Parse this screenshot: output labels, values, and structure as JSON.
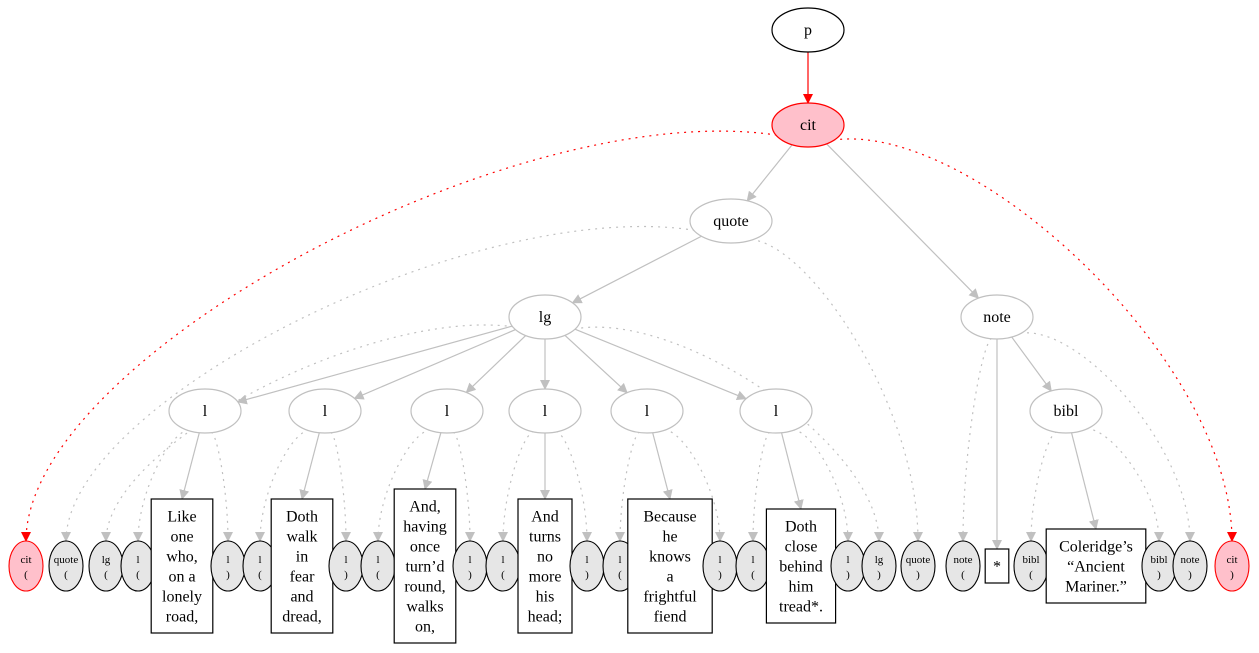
{
  "tree": {
    "root": {
      "label": "p"
    },
    "cit": {
      "label": "cit"
    },
    "quote": {
      "label": "quote"
    },
    "lg": {
      "label": "lg"
    },
    "note": {
      "label": "note"
    },
    "bibl": {
      "label": "bibl"
    },
    "l_nodes": [
      "l",
      "l",
      "l",
      "l",
      "l",
      "l"
    ]
  },
  "tokens": [
    {
      "l1": "cit",
      "l2": "("
    },
    {
      "l1": "quote",
      "l2": "("
    },
    {
      "l1": "lg",
      "l2": "("
    },
    {
      "l1": "l",
      "l2": "("
    },
    {
      "text": [
        "Like",
        "one",
        "who,",
        "on a",
        "lonely",
        "road,"
      ]
    },
    {
      "l1": "l",
      "l2": ")"
    },
    {
      "l1": "l",
      "l2": "("
    },
    {
      "text": [
        "Doth",
        "walk",
        "in",
        "fear",
        "and",
        "dread,"
      ]
    },
    {
      "l1": "l",
      "l2": ")"
    },
    {
      "l1": "l",
      "l2": "("
    },
    {
      "text": [
        "And,",
        "having",
        "once",
        "turn’d",
        "round,",
        "walks",
        "on,"
      ]
    },
    {
      "l1": "l",
      "l2": ")"
    },
    {
      "l1": "l",
      "l2": "("
    },
    {
      "text": [
        "And",
        "turns",
        "no",
        "more",
        "his",
        "head;"
      ]
    },
    {
      "l1": "l",
      "l2": ")"
    },
    {
      "l1": "l",
      "l2": "("
    },
    {
      "text": [
        "Because",
        "he",
        "knows",
        "a",
        "frightful",
        "fiend"
      ]
    },
    {
      "l1": "l",
      "l2": ")"
    },
    {
      "l1": "l",
      "l2": "("
    },
    {
      "text": [
        "Doth",
        "close",
        "behind",
        "him",
        "tread*."
      ]
    },
    {
      "l1": "l",
      "l2": ")"
    },
    {
      "l1": "lg",
      "l2": ")"
    },
    {
      "l1": "quote",
      "l2": ")"
    },
    {
      "l1": "note",
      "l2": "("
    },
    {
      "text": [
        "*"
      ]
    },
    {
      "l1": "bibl",
      "l2": "("
    },
    {
      "text": [
        "Coleridge’s",
        "“Ancient",
        "Mariner.”"
      ]
    },
    {
      "l1": "bibl",
      "l2": ")"
    },
    {
      "l1": "note",
      "l2": ")"
    },
    {
      "l1": "cit",
      "l2": ")"
    }
  ],
  "colors": {
    "highlight_fill": "#ffc0cb",
    "highlight_stroke": "#ff0000",
    "edge_gray": "#c0c0c0",
    "small_fill": "#e6e6e6",
    "black": "#000000"
  }
}
